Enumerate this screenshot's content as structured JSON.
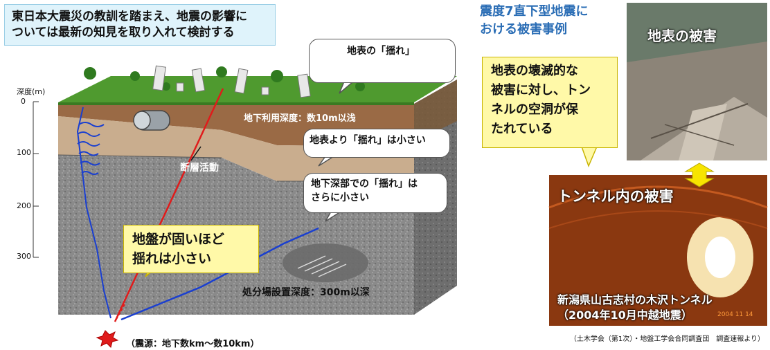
{
  "title": {
    "line1": "東日本大震災の教訓を踏まえ、地震の影響に",
    "line2": "ついては最新の知見を取り入れて検討する"
  },
  "depth_axis": {
    "label": "深度(m)",
    "ticks": [
      "0",
      "100",
      "200",
      "300"
    ]
  },
  "bubbles": {
    "surface_shake": "地表の「揺れ」",
    "smaller_than_surface": "地表より「揺れ」は小さい",
    "deep_line1": "地下深部での「揺れ」は",
    "deep_line2": "さらに小さい"
  },
  "labels": {
    "underground_use": "地下利用深度：数10m以浅",
    "fault_activity": "断層活動",
    "disposal_depth": "処分場設置深度：300m以深",
    "hypocenter": "（震源：地下数km〜数10km）"
  },
  "ground_note": {
    "line1": "地盤が固いほど",
    "line2": "揺れは小さい"
  },
  "example": {
    "title_line1": "震度7直下型地震に",
    "title_line2": "おける被害事例",
    "callout_line1": "地表の壊滅的な",
    "callout_line2": "被害に対し、トン",
    "callout_line3": "ネルの空洞が保",
    "callout_line4": "たれている",
    "photo_surface_label": "地表の被害",
    "photo_tunnel_label": "トンネル内の被害",
    "tunnel_caption_line1": "新潟県山古志村の木沢トンネル",
    "tunnel_caption_line2": "（2004年10月中越地震）",
    "photo_date": "2004 11 14",
    "source": "（土木学会（第1次）・地盤工学会合同調査団　調査速報より）"
  },
  "colors": {
    "accent_blue": "#2a6db5",
    "wave_red": "#e01b1b",
    "wave_blue": "#1a3fd0",
    "callout_yellow": "#fff9a8"
  }
}
